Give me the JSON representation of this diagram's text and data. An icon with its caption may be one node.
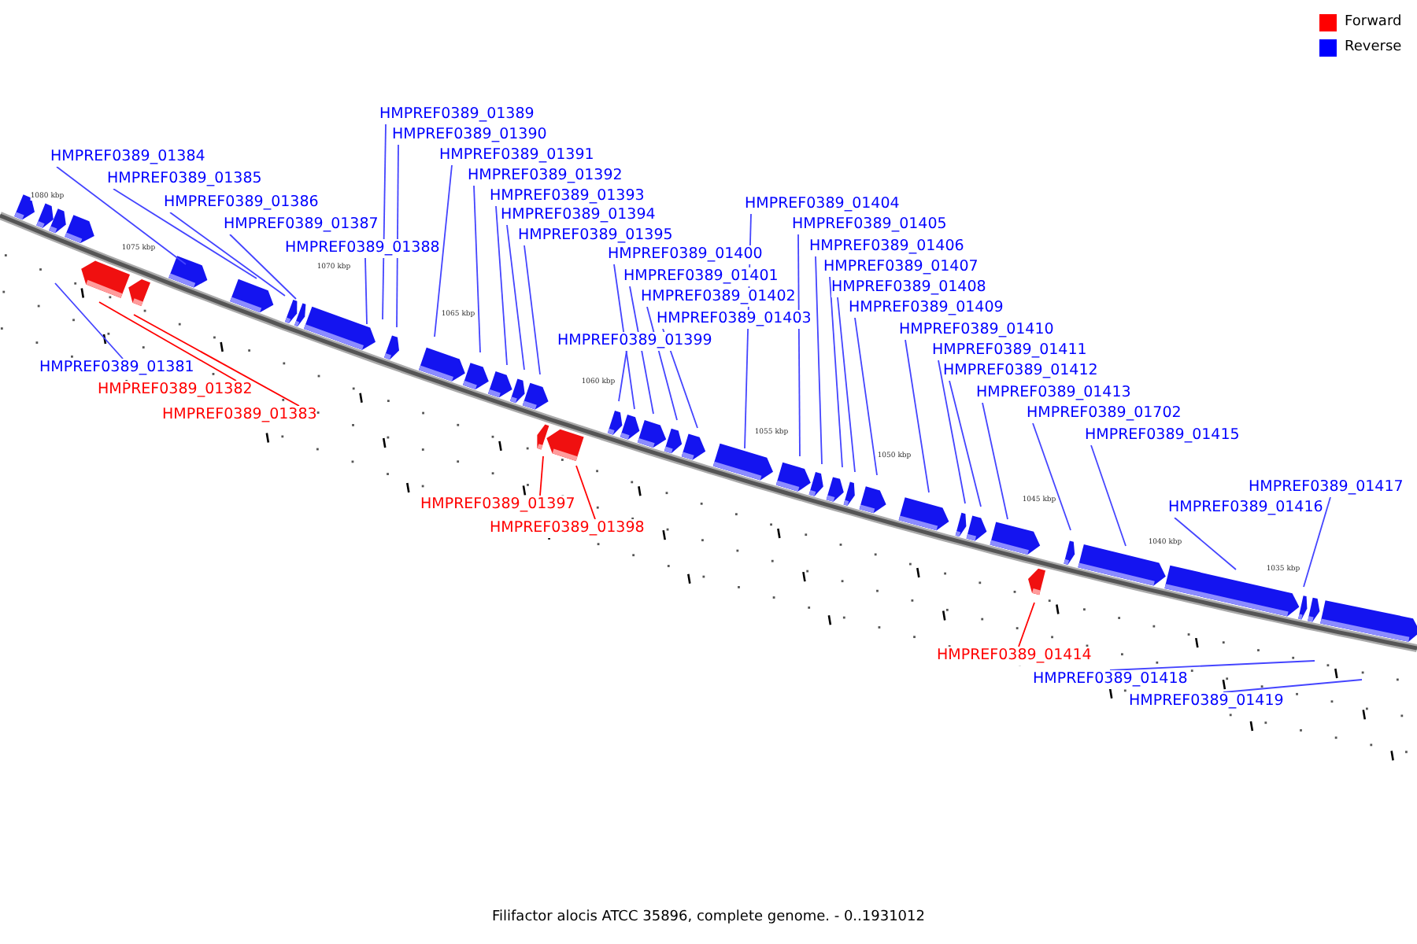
{
  "diagram": {
    "caption": "Filifactor alocis ATCC 35896, complete genome. - 0..1931012",
    "nodes": [
      {
        "text": [
          "HMPREF0389_01381"
        ]
      },
      {
        "text": [
          "HMPREF0389_01382"
        ]
      },
      {
        "text": [
          "HMPREF0389_01383"
        ]
      },
      {
        "text": [
          "HMPREF0389_01384"
        ]
      },
      {
        "text": [
          "HMPREF0389_01385"
        ]
      },
      {
        "text": [
          "HMPREF0389_01386"
        ]
      },
      {
        "text": [
          "HMPREF0389_01387"
        ]
      },
      {
        "text": [
          "HMPREF0389_01388"
        ]
      },
      {
        "text": [
          "HMPREF0389_01389"
        ]
      },
      {
        "text": [
          "HMPREF0389_01390"
        ]
      },
      {
        "text": [
          "HMPREF0389_01391"
        ]
      },
      {
        "text": [
          "HMPREF0389_01392"
        ]
      },
      {
        "text": [
          "HMPREF0389_01393"
        ]
      },
      {
        "text": [
          "HMPREF0389_01394"
        ]
      },
      {
        "text": [
          "HMPREF0389_01395"
        ]
      },
      {
        "text": [
          "HMPREF0389_01397"
        ]
      },
      {
        "text": [
          "HMPREF0389_01398"
        ]
      },
      {
        "text": [
          "HMPREF0389_01399"
        ]
      },
      {
        "text": [
          "HMPREF0389_01400"
        ]
      },
      {
        "text": [
          "HMPREF0389_01401"
        ]
      },
      {
        "text": [
          "HMPREF0389_01402"
        ]
      },
      {
        "text": [
          "HMPREF0389_01403"
        ]
      },
      {
        "text": [
          "HMPREF0389_01404"
        ]
      },
      {
        "text": [
          "HMPREF0389_01405"
        ]
      },
      {
        "text": [
          "HMPREF0389_01406"
        ]
      },
      {
        "text": [
          "HMPREF0389_01407"
        ]
      },
      {
        "text": [
          "HMPREF0389_01408"
        ]
      },
      {
        "text": [
          "HMPREF0389_01409"
        ]
      },
      {
        "text": [
          "HMPREF0389_01410"
        ]
      },
      {
        "text": [
          "HMPREF0389_01411"
        ]
      },
      {
        "text": [
          "HMPREF0389_01412"
        ]
      },
      {
        "text": [
          "HMPREF0389_01413"
        ]
      },
      {
        "text": [
          "HMPREF0389_01702"
        ]
      },
      {
        "text": [
          "HMPREF0389_01414"
        ]
      },
      {
        "text": [
          "HMPREF0389_01415"
        ]
      },
      {
        "text": [
          "HMPREF0389_01416"
        ]
      },
      {
        "text": [
          "HMPREF0389_01417"
        ]
      },
      {
        "text": [
          "HMPREF0389_01418"
        ]
      },
      {
        "text": [
          "HMPREF0389_01419"
        ]
      }
    ],
    "edges": [
      {
        "from": 0,
        "to": null,
        "arrow": "none"
      },
      {
        "from": 1,
        "to": null,
        "arrow": "none",
        "color": "#ff0000"
      },
      {
        "from": 2,
        "to": null,
        "arrow": "none",
        "color": "#ff0000"
      },
      {
        "from": 3,
        "to": null,
        "arrow": "none"
      },
      {
        "from": 4,
        "to": null,
        "arrow": "none"
      },
      {
        "from": 5,
        "to": null,
        "arrow": "none"
      },
      {
        "from": 6,
        "to": null,
        "arrow": "none"
      },
      {
        "from": 7,
        "to": null,
        "arrow": "none"
      },
      {
        "from": 8,
        "to": null,
        "arrow": "none"
      },
      {
        "from": 9,
        "to": null,
        "arrow": "none"
      },
      {
        "from": 10,
        "to": null,
        "arrow": "none"
      },
      {
        "from": 11,
        "to": null,
        "arrow": "none"
      },
      {
        "from": 12,
        "to": null,
        "arrow": "none"
      },
      {
        "from": 13,
        "to": null,
        "arrow": "none"
      },
      {
        "from": 14,
        "to": null,
        "arrow": "none"
      },
      {
        "from": 15,
        "to": null,
        "arrow": "none",
        "color": "#ff0000"
      },
      {
        "from": 16,
        "to": null,
        "arrow": "none",
        "color": "#ff0000"
      },
      {
        "from": 17,
        "to": null,
        "arrow": "none"
      },
      {
        "from": 18,
        "to": null,
        "arrow": "none"
      },
      {
        "from": 19,
        "to": null,
        "arrow": "none"
      },
      {
        "from": 20,
        "to": null,
        "arrow": "none"
      },
      {
        "from": 21,
        "to": null,
        "arrow": "none"
      },
      {
        "from": 22,
        "to": null,
        "arrow": "none"
      },
      {
        "from": 23,
        "to": null,
        "arrow": "none"
      },
      {
        "from": 24,
        "to": null,
        "arrow": "none"
      },
      {
        "from": 25,
        "to": null,
        "arrow": "none"
      },
      {
        "from": 26,
        "to": null,
        "arrow": "none"
      },
      {
        "from": 27,
        "to": null,
        "arrow": "none"
      },
      {
        "from": 28,
        "to": null,
        "arrow": "none"
      },
      {
        "from": 29,
        "to": null,
        "arrow": "none"
      },
      {
        "from": 30,
        "to": null,
        "arrow": "none"
      },
      {
        "from": 31,
        "to": null,
        "arrow": "none"
      },
      {
        "from": 32,
        "to": null,
        "arrow": "none"
      },
      {
        "from": 33,
        "to": null,
        "arrow": "none",
        "color": "#ff0000"
      },
      {
        "from": 34,
        "to": null,
        "arrow": "none"
      },
      {
        "from": 35,
        "to": null,
        "arrow": "none"
      },
      {
        "from": 36,
        "to": null,
        "arrow": "none"
      },
      {
        "from": 37,
        "to": null,
        "arrow": "none"
      },
      {
        "from": 38,
        "to": null,
        "arrow": "none"
      }
    ],
    "labels": [
      "1080 kbp",
      "1075 kbp",
      "1070 kbp",
      "1065 kbp",
      "1060 kbp",
      "1055 kbp",
      "1050 kbp",
      "1045 kbp",
      "1040 kbp",
      "1035 kbp"
    ],
    "legend": [
      {
        "text": "Forward",
        "color": "#ff0000"
      },
      {
        "text": "Reverse",
        "color": "#0000ff"
      }
    ]
  }
}
